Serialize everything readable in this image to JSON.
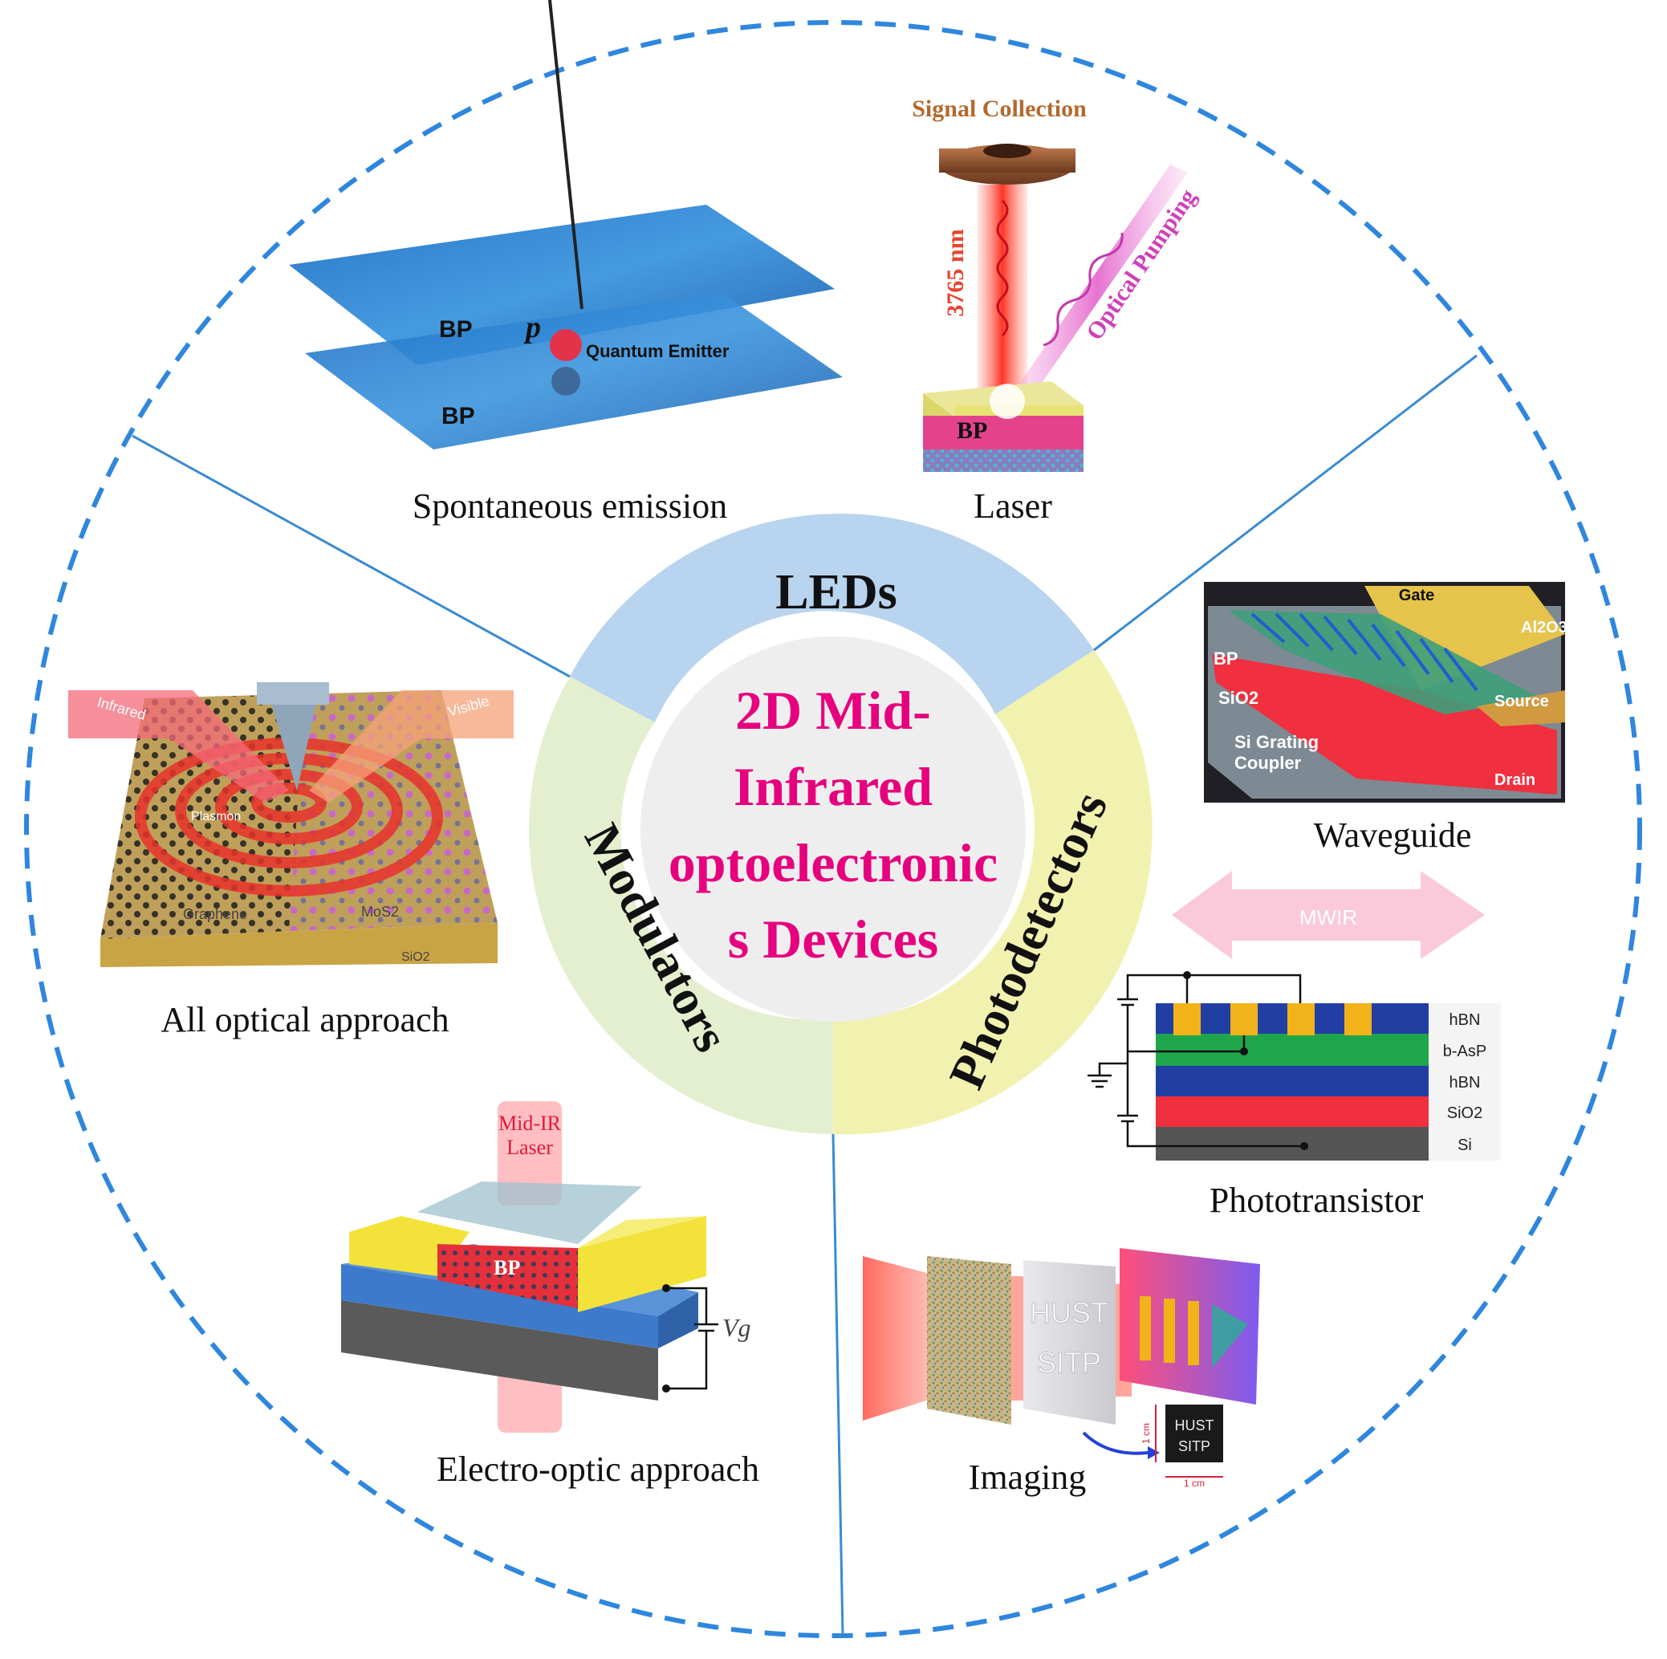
{
  "center": {
    "title_lines": [
      "2D Mid-",
      "Infrared",
      "optoelectronic",
      "s Devices"
    ]
  },
  "categories": {
    "leds": "LEDs",
    "modulators": "Modulators",
    "photodetectors": "Photodetectors"
  },
  "panels": {
    "spontaneous_emission": {
      "caption": "Spontaneous emission",
      "bp_top": "BP",
      "bp_bottom": "BP",
      "dipole": "p",
      "emitter": "Quantum Emitter"
    },
    "laser": {
      "caption": "Laser",
      "signal": "Signal Collection",
      "wavelength": "3765 nm",
      "pumping": "Optical Pumping",
      "bp": "BP"
    },
    "waveguide": {
      "caption": "Waveguide",
      "gate": "Gate",
      "al2o3": "Al2O3",
      "bp": "BP",
      "sio2": "SiO2",
      "coupler_line1": "Si Grating",
      "coupler_line2": "Coupler",
      "source": "Source",
      "drain": "Drain"
    },
    "phototransistor": {
      "caption": "Phototransistor",
      "mwir": "MWIR",
      "layers": [
        "hBN",
        "b-AsP",
        "hBN",
        "SiO2",
        "Si"
      ]
    },
    "all_optical": {
      "caption": "All optical approach",
      "infrared": "Infrared",
      "visible": "Visible",
      "plasmon": "Plasmon",
      "graphene": "Graphene",
      "mos2": "MoS2",
      "sio2": "SiO2"
    },
    "electro_optic": {
      "caption": "Electro-optic approach",
      "laser_line1": "Mid-IR",
      "laser_line2": "Laser",
      "bp": "BP",
      "vg": "Vg"
    },
    "imaging": {
      "caption": "Imaging",
      "mask_line1": "HUST",
      "mask_line2": "SITP",
      "result_line1": "HUST",
      "result_line2": "SITP",
      "scale_x": "1 cm",
      "scale_y": "1 cm"
    }
  },
  "colors": {
    "outer_dash": "#2E86DE",
    "leds_sector": "#B8D4EE",
    "modulators_sector": "#E4EFCF",
    "photodetectors_sector": "#F2F2B0",
    "inner_circle": "#EEEEEE",
    "center_text": "#E6007E",
    "divider": "#3A8BD1"
  }
}
